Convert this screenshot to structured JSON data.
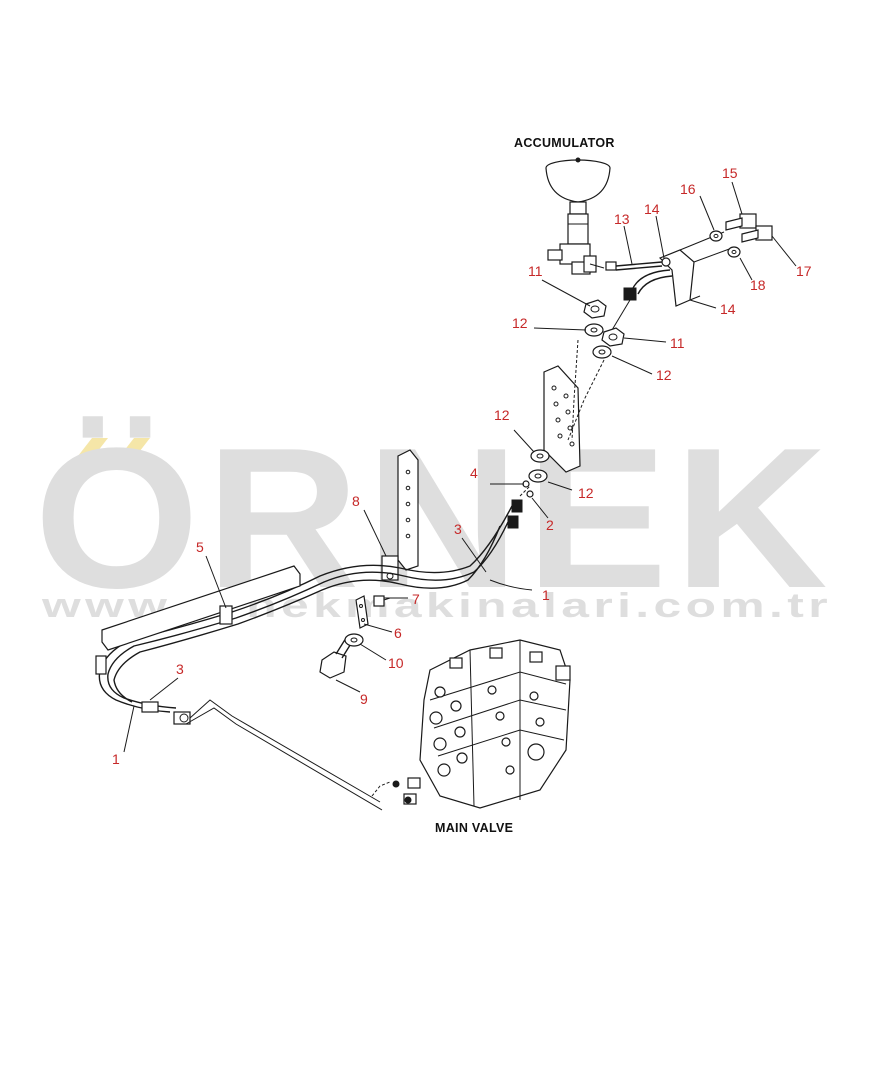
{
  "watermark": {
    "word": "ÖRNEK",
    "url": "www.ornekmakinalari.com.tr",
    "color": "#dedede",
    "accent": "#f5e6a8"
  },
  "captions": {
    "accumulator": "ACCUMULATOR",
    "main_valve": "MAIN VALVE"
  },
  "callouts": [
    {
      "id": "c15",
      "text": "15"
    },
    {
      "id": "c16",
      "text": "16"
    },
    {
      "id": "c13",
      "text": "13"
    },
    {
      "id": "c14a",
      "text": "14"
    },
    {
      "id": "c11a",
      "text": "11"
    },
    {
      "id": "c18",
      "text": "18"
    },
    {
      "id": "c17",
      "text": "17"
    },
    {
      "id": "c14b",
      "text": "14"
    },
    {
      "id": "c12a",
      "text": "12"
    },
    {
      "id": "c11b",
      "text": "11"
    },
    {
      "id": "c12b",
      "text": "12"
    },
    {
      "id": "c12c",
      "text": "12"
    },
    {
      "id": "c4",
      "text": "4"
    },
    {
      "id": "c12d",
      "text": "12"
    },
    {
      "id": "c8",
      "text": "8"
    },
    {
      "id": "c2",
      "text": "2"
    },
    {
      "id": "c3a",
      "text": "3"
    },
    {
      "id": "c5",
      "text": "5"
    },
    {
      "id": "c1a",
      "text": "1"
    },
    {
      "id": "c7",
      "text": "7"
    },
    {
      "id": "c6",
      "text": "6"
    },
    {
      "id": "c10",
      "text": "10"
    },
    {
      "id": "c3b",
      "text": "3"
    },
    {
      "id": "c9",
      "text": "9"
    },
    {
      "id": "c1b",
      "text": "1"
    }
  ],
  "colors": {
    "callout": "#c62828",
    "line": "#1a1a1a"
  }
}
